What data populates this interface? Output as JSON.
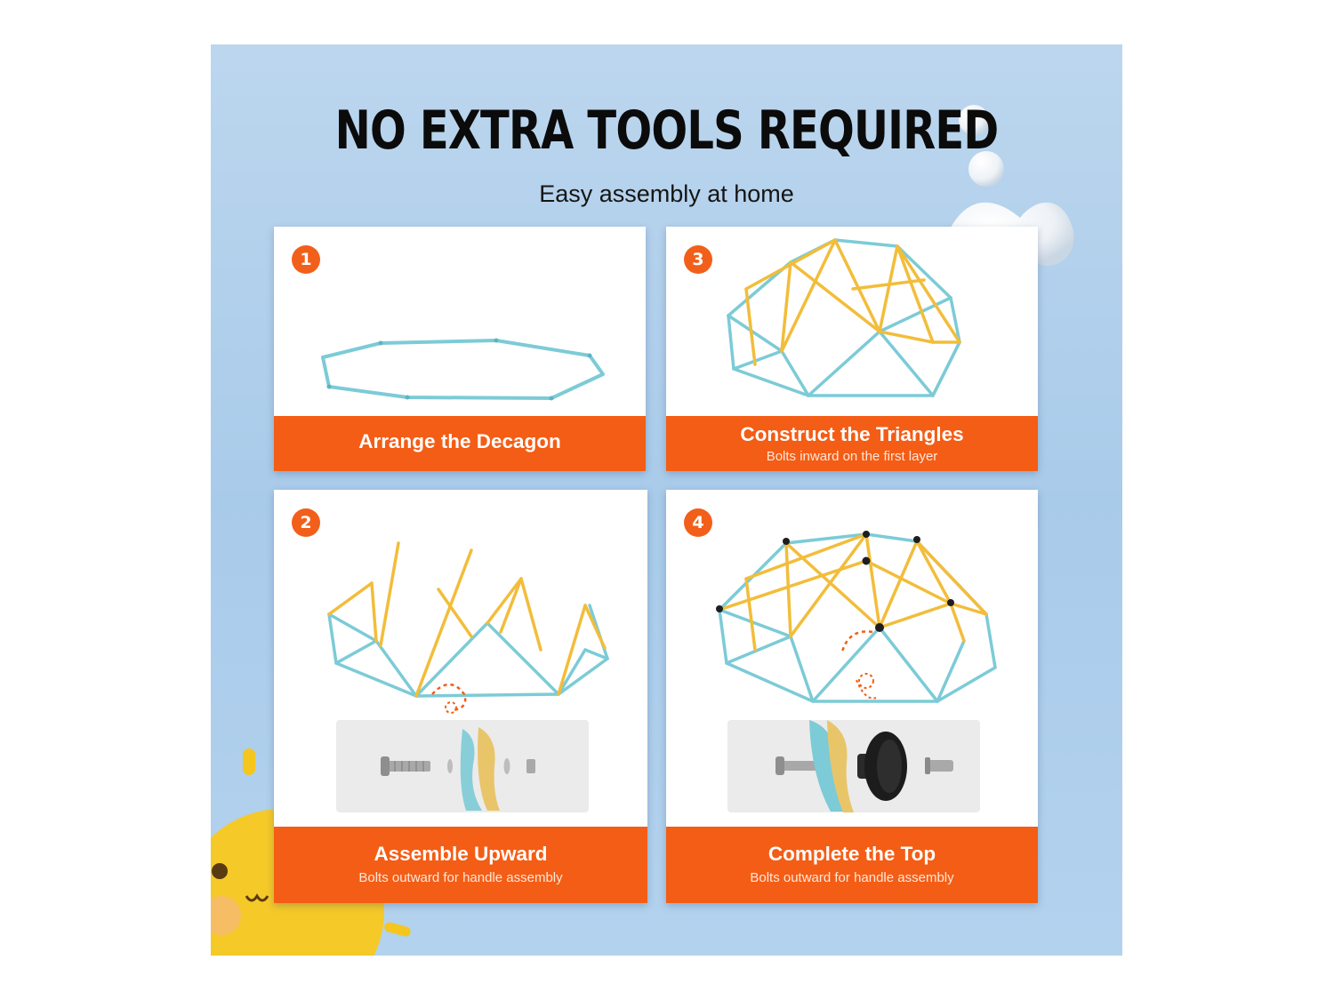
{
  "header": {
    "title": "NO EXTRA TOOLS REQUIRED",
    "subtitle": "Easy assembly at home"
  },
  "steps": [
    {
      "number": "1",
      "title": "Arrange the Decagon",
      "note": ""
    },
    {
      "number": "3",
      "title": "Construct the Triangles",
      "note": "Bolts inward on the first layer"
    },
    {
      "number": "2",
      "title": "Assemble Upward",
      "note": "Bolts outward for handle assembly"
    },
    {
      "number": "4",
      "title": "Complete the Top",
      "note": "Bolts outward for handle assembly"
    }
  ],
  "colors": {
    "background": "#b3d2ee",
    "accent_orange": "#f45d15",
    "frame_teal": "#7cccd8",
    "frame_yellow": "#f2bd3a"
  },
  "icons": {
    "step_badge": "circled-number",
    "hardware": "bolt-washer-nut",
    "handle": "knob-handle"
  }
}
